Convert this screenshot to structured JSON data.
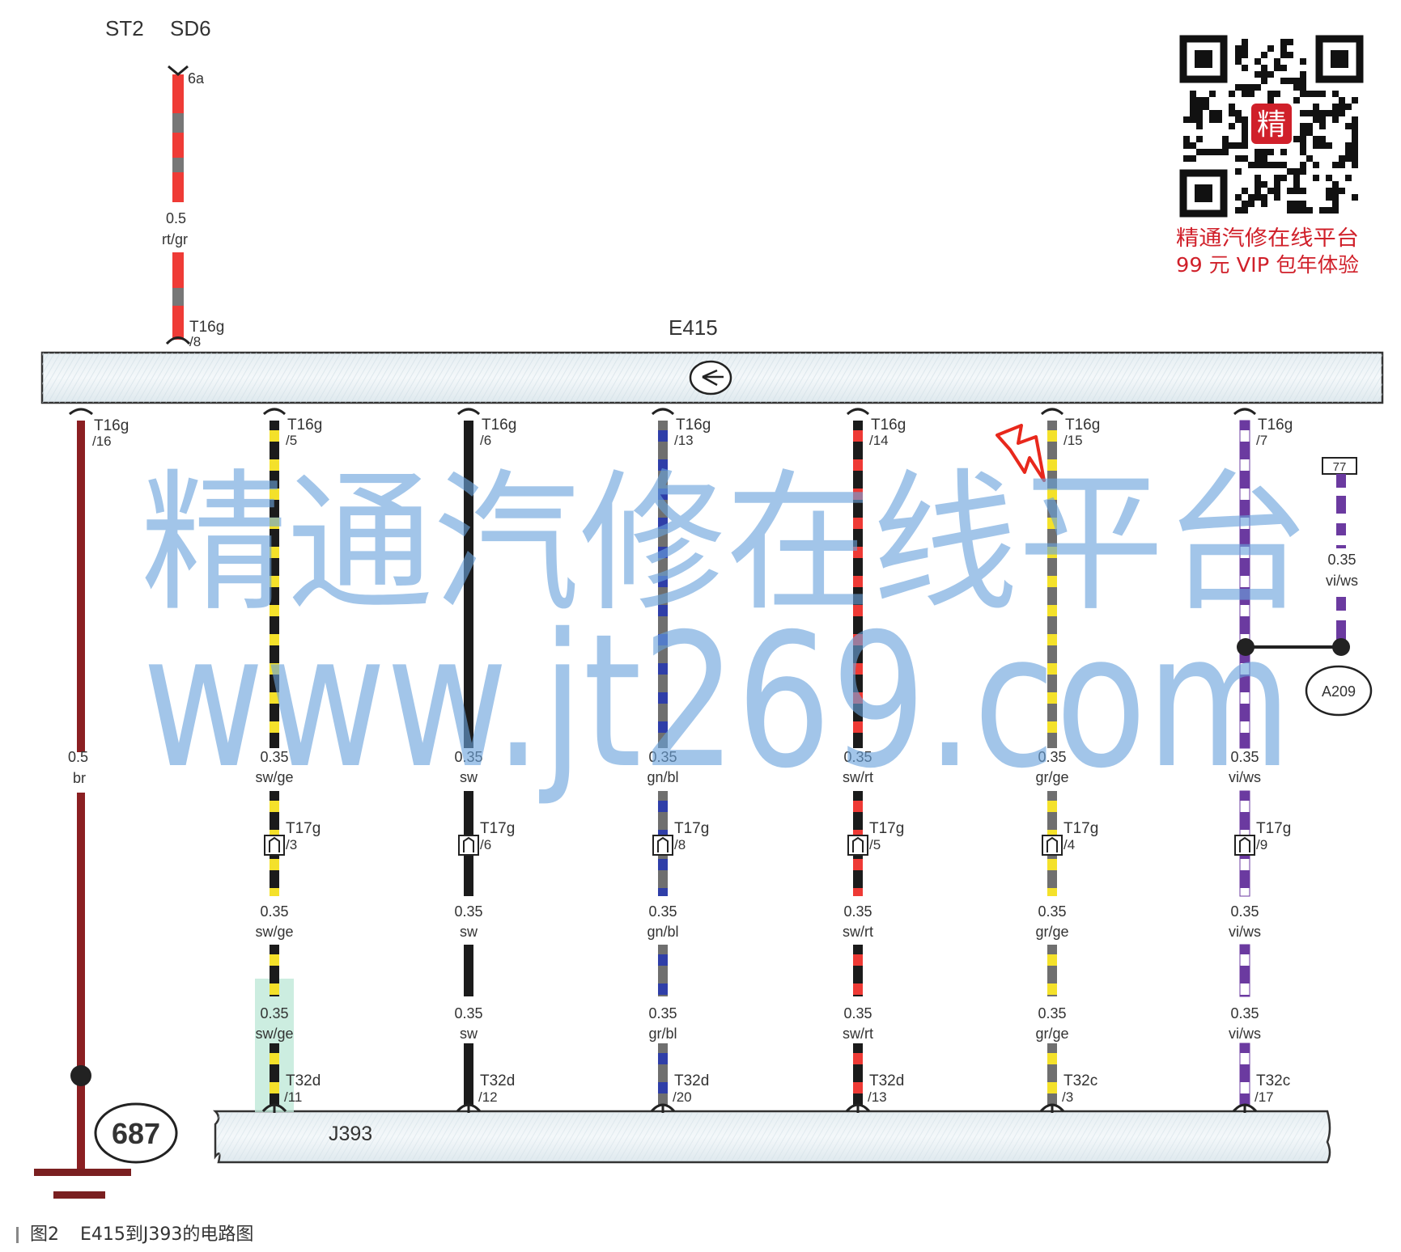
{
  "header": {
    "supply_labels": [
      "ST2",
      "SD6"
    ]
  },
  "components": {
    "top": "E415",
    "bottom": "J393",
    "ground_ref": "687",
    "aux_box": "77",
    "aux_junction": "A209"
  },
  "supply": {
    "pin_top": "6a",
    "size": "0.5",
    "color_code": "rt/gr",
    "connector": "T16g",
    "pin": "/8"
  },
  "ground_wire": {
    "connector": "T16g",
    "pin": "/16",
    "size": "0.5",
    "color_code": "br"
  },
  "wires": [
    {
      "top_conn": "T16g",
      "top_pin": "/5",
      "size": "0.35",
      "color_code": "sw/ge",
      "mid_conn": "T17g",
      "mid_pin": "/3",
      "bot_conn": "T32d",
      "bot_pin": "/11",
      "base": "#1b1b1b",
      "stripe": "#f4e12a"
    },
    {
      "top_conn": "T16g",
      "top_pin": "/6",
      "size": "0.35",
      "color_code": "sw",
      "mid_conn": "T17g",
      "mid_pin": "/6",
      "bot_conn": "T32d",
      "bot_pin": "/12",
      "base": "#1b1b1b",
      "stripe": "#1b1b1b"
    },
    {
      "top_conn": "T16g",
      "top_pin": "/13",
      "size": "0.35",
      "color_code": "gn/bl",
      "bot_color_code": "gr/bl",
      "mid_conn": "T17g",
      "mid_pin": "/8",
      "bot_conn": "T32d",
      "bot_pin": "/20",
      "base": "#6f6f6f",
      "stripe": "#2f3ea8"
    },
    {
      "top_conn": "T16g",
      "top_pin": "/14",
      "size": "0.35",
      "color_code": "sw/rt",
      "mid_conn": "T17g",
      "mid_pin": "/5",
      "bot_conn": "T32d",
      "bot_pin": "/13",
      "base": "#1b1b1b",
      "stripe": "#ee3a35"
    },
    {
      "top_conn": "T16g",
      "top_pin": "/15",
      "size": "0.35",
      "color_code": "gr/ge",
      "mid_conn": "T17g",
      "mid_pin": "/4",
      "bot_conn": "T32c",
      "bot_pin": "/3",
      "base": "#6f6f6f",
      "stripe": "#f4e12a"
    },
    {
      "top_conn": "T16g",
      "top_pin": "/7",
      "size": "0.35",
      "color_code": "vi/ws",
      "mid_conn": "T17g",
      "mid_pin": "/9",
      "bot_conn": "T32c",
      "bot_pin": "/17",
      "base": "#6b3aa0",
      "stripe": "#ffffff"
    }
  ],
  "aux_wire": {
    "size": "0.35",
    "color_code": "vi/ws"
  },
  "watermark": {
    "line1": "精通汽修在线平台",
    "line2": "www.jt269.com"
  },
  "promo": {
    "line1": "精通汽修在线平台",
    "line2": "99 元 VIP 包年体验",
    "qr_center": "精"
  },
  "caption": {
    "figure": "图2",
    "text": "E415到J393的电路图"
  },
  "colors": {
    "wire_brown": "#8b1f22",
    "supply_red": "#ef3b36",
    "supply_stripe": "#777777",
    "lightning": "#e8281c",
    "watermark": "#6aa3dc",
    "promo": "#d0202a"
  }
}
